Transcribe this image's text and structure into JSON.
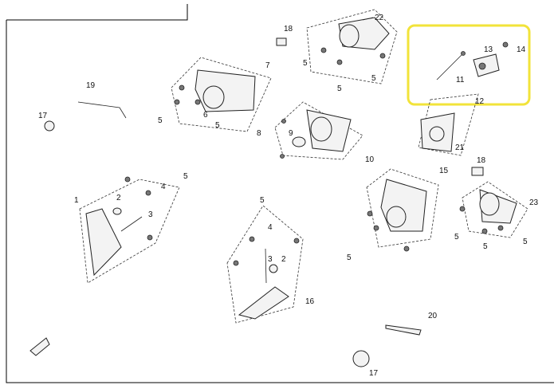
{
  "diagram": {
    "labels": {
      "c1": "1",
      "c2": "2",
      "c3": "3",
      "c4": "4",
      "c5a": "5",
      "c5b": "5",
      "c5c": "5",
      "c5d": "5",
      "c5e": "5",
      "c5f": "5",
      "c5g": "5",
      "c5h": "5",
      "c5i": "5",
      "c5j": "5",
      "c5k": "5",
      "c6": "6",
      "c7": "7",
      "c8": "8",
      "c9": "9",
      "c10": "10",
      "c11": "11",
      "c12": "12",
      "c13": "13",
      "c14": "14",
      "c15": "15",
      "c16": "16",
      "c17a": "17",
      "c17b": "17",
      "c18a": "18",
      "c18b": "18",
      "c19": "19",
      "c20": "20",
      "c21": "21",
      "c22": "22",
      "c23": "23",
      "c2b": "2",
      "c3b": "3",
      "c4b": "4"
    },
    "highlight_color": "#f2e33a"
  }
}
